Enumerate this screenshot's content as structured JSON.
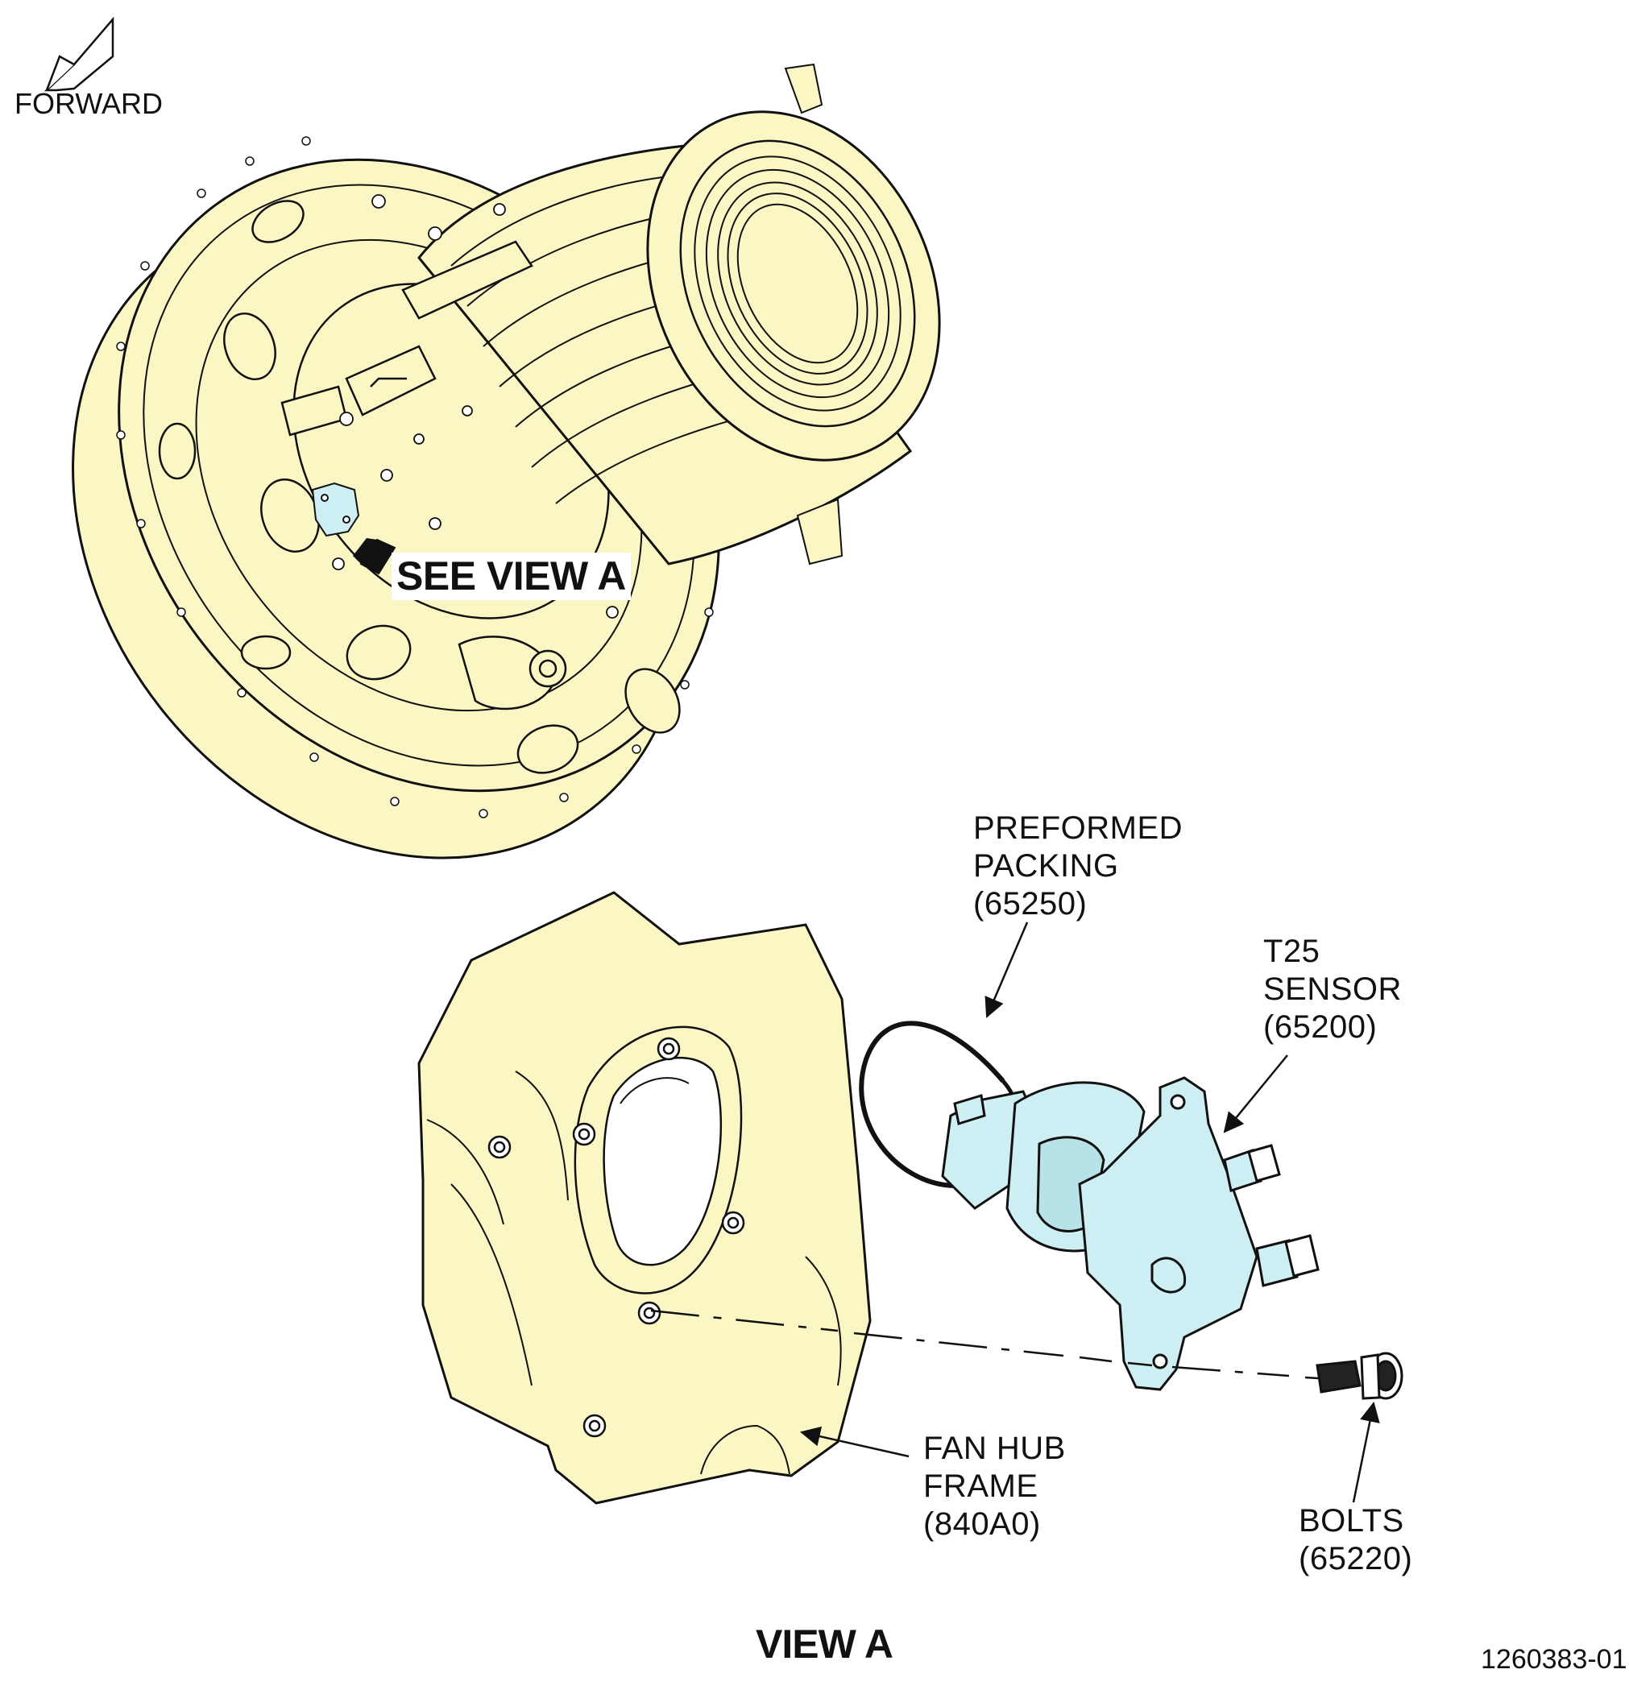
{
  "forward_label": "FORWARD",
  "see_view_label": "SEE VIEW A",
  "view_title": "VIEW A",
  "figure_number": "1260383-01",
  "callouts": {
    "packing": {
      "line1": "PREFORMED",
      "line2": "PACKING",
      "line3": "(65250)"
    },
    "sensor": {
      "line1": "T25",
      "line2": "SENSOR",
      "line3": "(65200)"
    },
    "frame": {
      "line1": "FAN HUB",
      "line2": "FRAME",
      "line3": "(840A0)"
    },
    "bolts": {
      "line1": "BOLTS",
      "line2": "(65220)"
    }
  },
  "colors": {
    "engine_fill": "#fbf7c4",
    "sensor_fill": "#cdeef2",
    "line": "#111111"
  }
}
